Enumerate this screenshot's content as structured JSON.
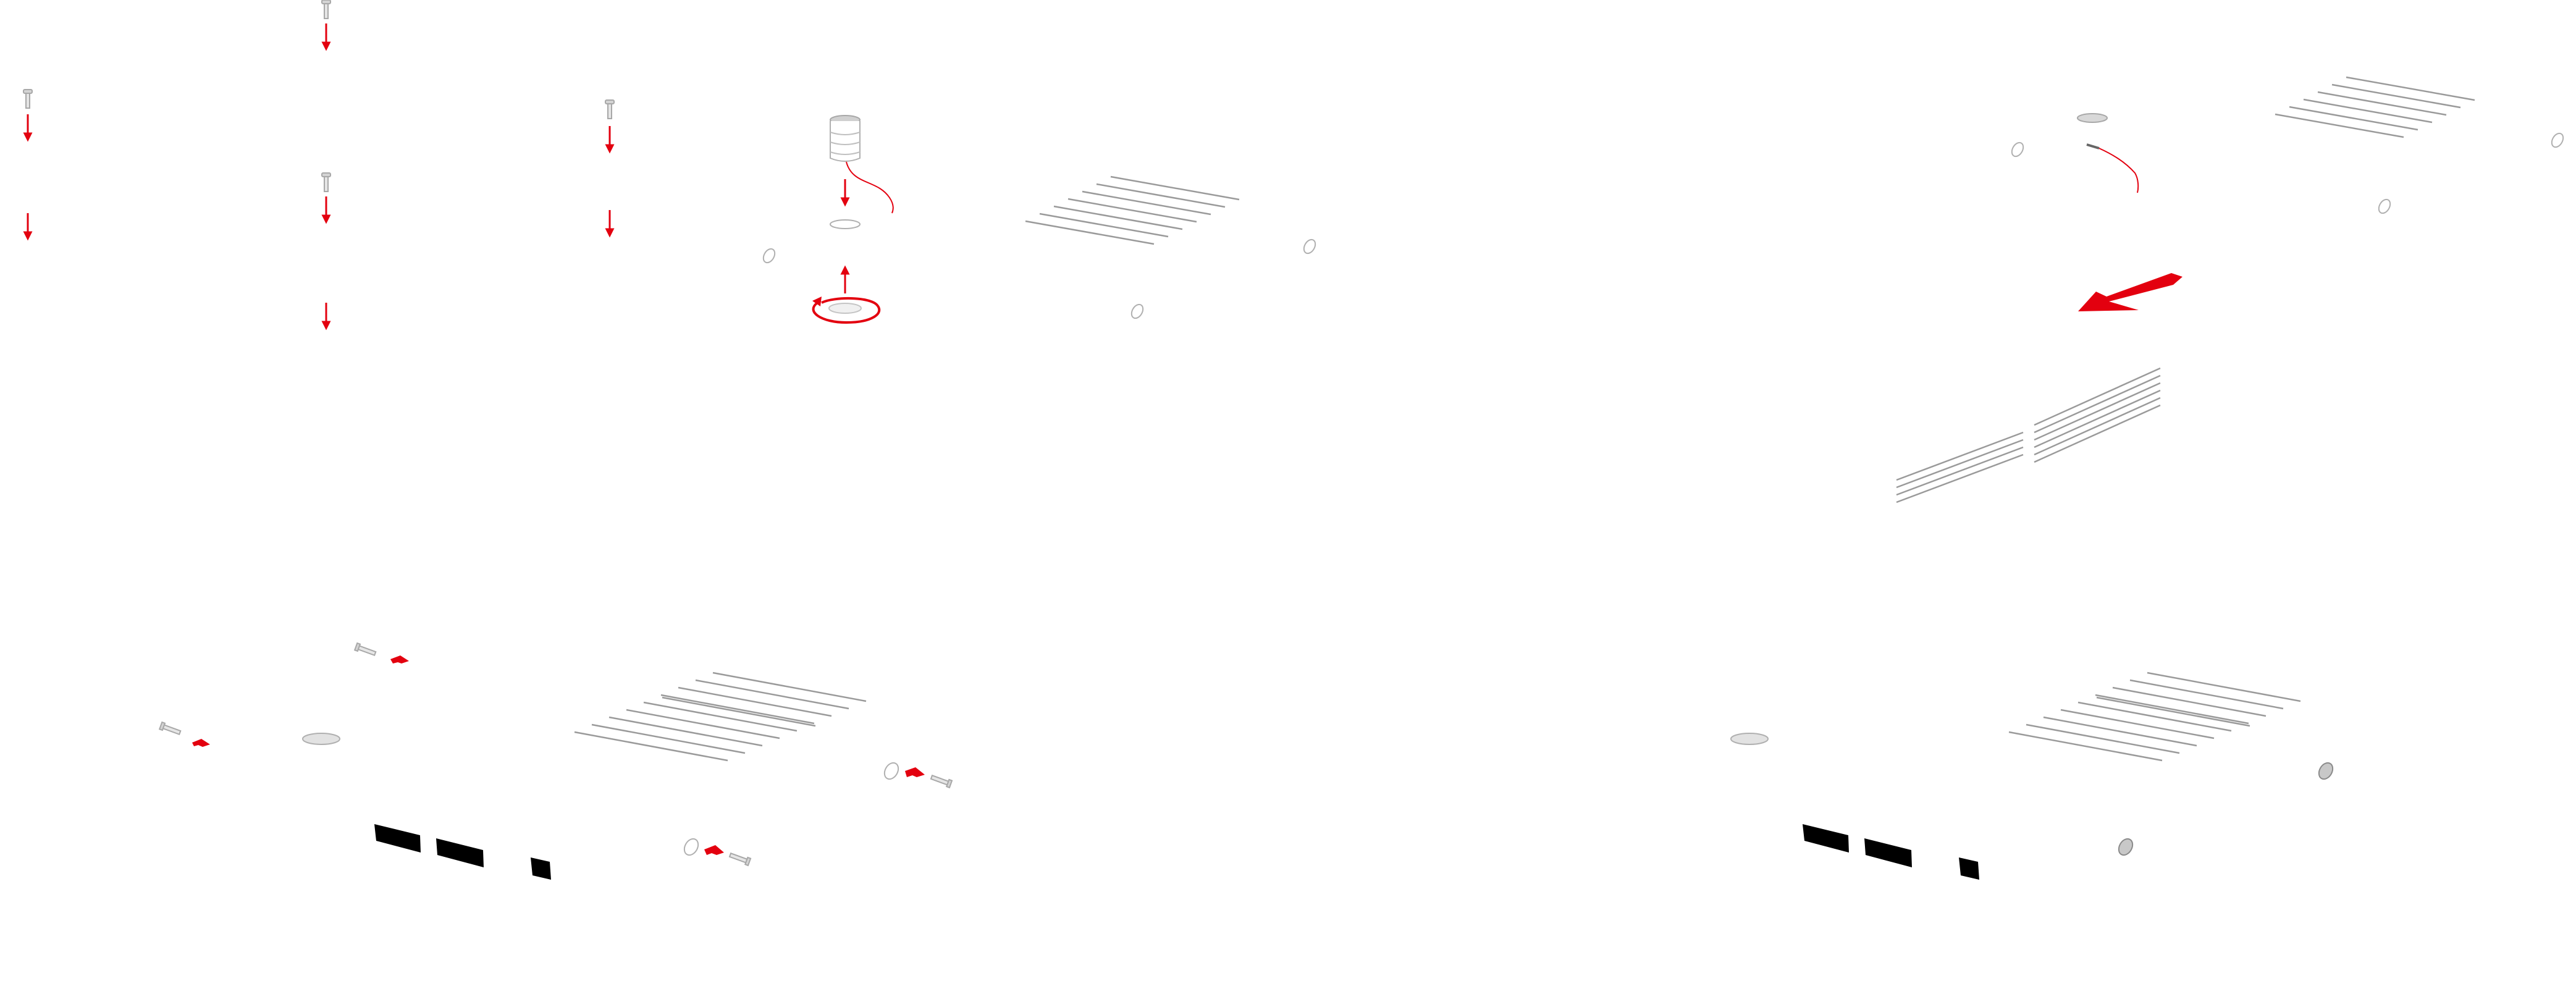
{
  "colors": {
    "accent": "#e3000f",
    "part_outline": "#9a9a9a",
    "part_light": "#c4c4c4",
    "foot_fill": "#000000",
    "background": "#ffffff"
  },
  "steps": [
    {
      "id": "screws-removal",
      "icons": [
        "screw-icon",
        "down-arrow-icon"
      ]
    },
    {
      "id": "speaker-replacement",
      "icons": [
        "speaker-icon",
        "ring-icon",
        "rotate-arrow-icon",
        "cable-icon"
      ]
    },
    {
      "id": "cover-slide-off",
      "icons": [
        "slide-arrow-icon",
        "vent-grille-icon"
      ]
    },
    {
      "id": "base-screws-removal",
      "icons": [
        "screw-icon",
        "push-arrow-icon",
        "rubber-foot-icon"
      ]
    },
    {
      "id": "base-assembled",
      "icons": [
        "vent-grille-icon",
        "screw-hole-icon",
        "rubber-foot-icon"
      ]
    }
  ]
}
